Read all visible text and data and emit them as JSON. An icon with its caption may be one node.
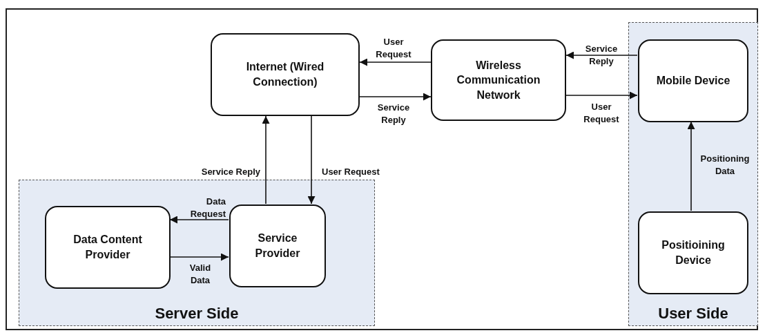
{
  "diagram": {
    "nodes": [
      {
        "text": [
          "Internet (Wired Connection)"
        ]
      },
      {
        "text": [
          "Wireless Communication Network"
        ]
      },
      {
        "text": [
          "User Side"
        ]
      },
      {
        "text": [
          "Mobile Device"
        ],
        "in": 2
      },
      {
        "text": [
          "Server Side"
        ]
      },
      {
        "text": [
          "Data Content Provider"
        ],
        "in": 4
      },
      {
        "text": [
          "Service Provider"
        ],
        "in": 4
      },
      {
        "text": [
          "Positioining Device"
        ],
        "in": 2
      }
    ],
    "edges": [
      {
        "from": 1,
        "to": 0,
        "arrow": "to",
        "label": "User Request"
      },
      {
        "from": 0,
        "to": 1,
        "arrow": "to",
        "label": "Service Reply"
      },
      {
        "from": 3,
        "to": 1,
        "arrow": "to",
        "label": "Service Reply"
      },
      {
        "from": 1,
        "to": 3,
        "arrow": "to",
        "label": "User Request"
      },
      {
        "from": 6,
        "to": 0,
        "arrow": "to",
        "label": "Service Reply"
      },
      {
        "from": 0,
        "to": 6,
        "arrow": "to",
        "label": "User Request"
      },
      {
        "from": 6,
        "to": 5,
        "arrow": "to",
        "label": "Data Request"
      },
      {
        "from": 5,
        "to": 6,
        "arrow": "to",
        "label": "Valid Data"
      },
      {
        "from": 7,
        "to": 3,
        "arrow": "to",
        "label": "Positioning Data"
      }
    ]
  }
}
